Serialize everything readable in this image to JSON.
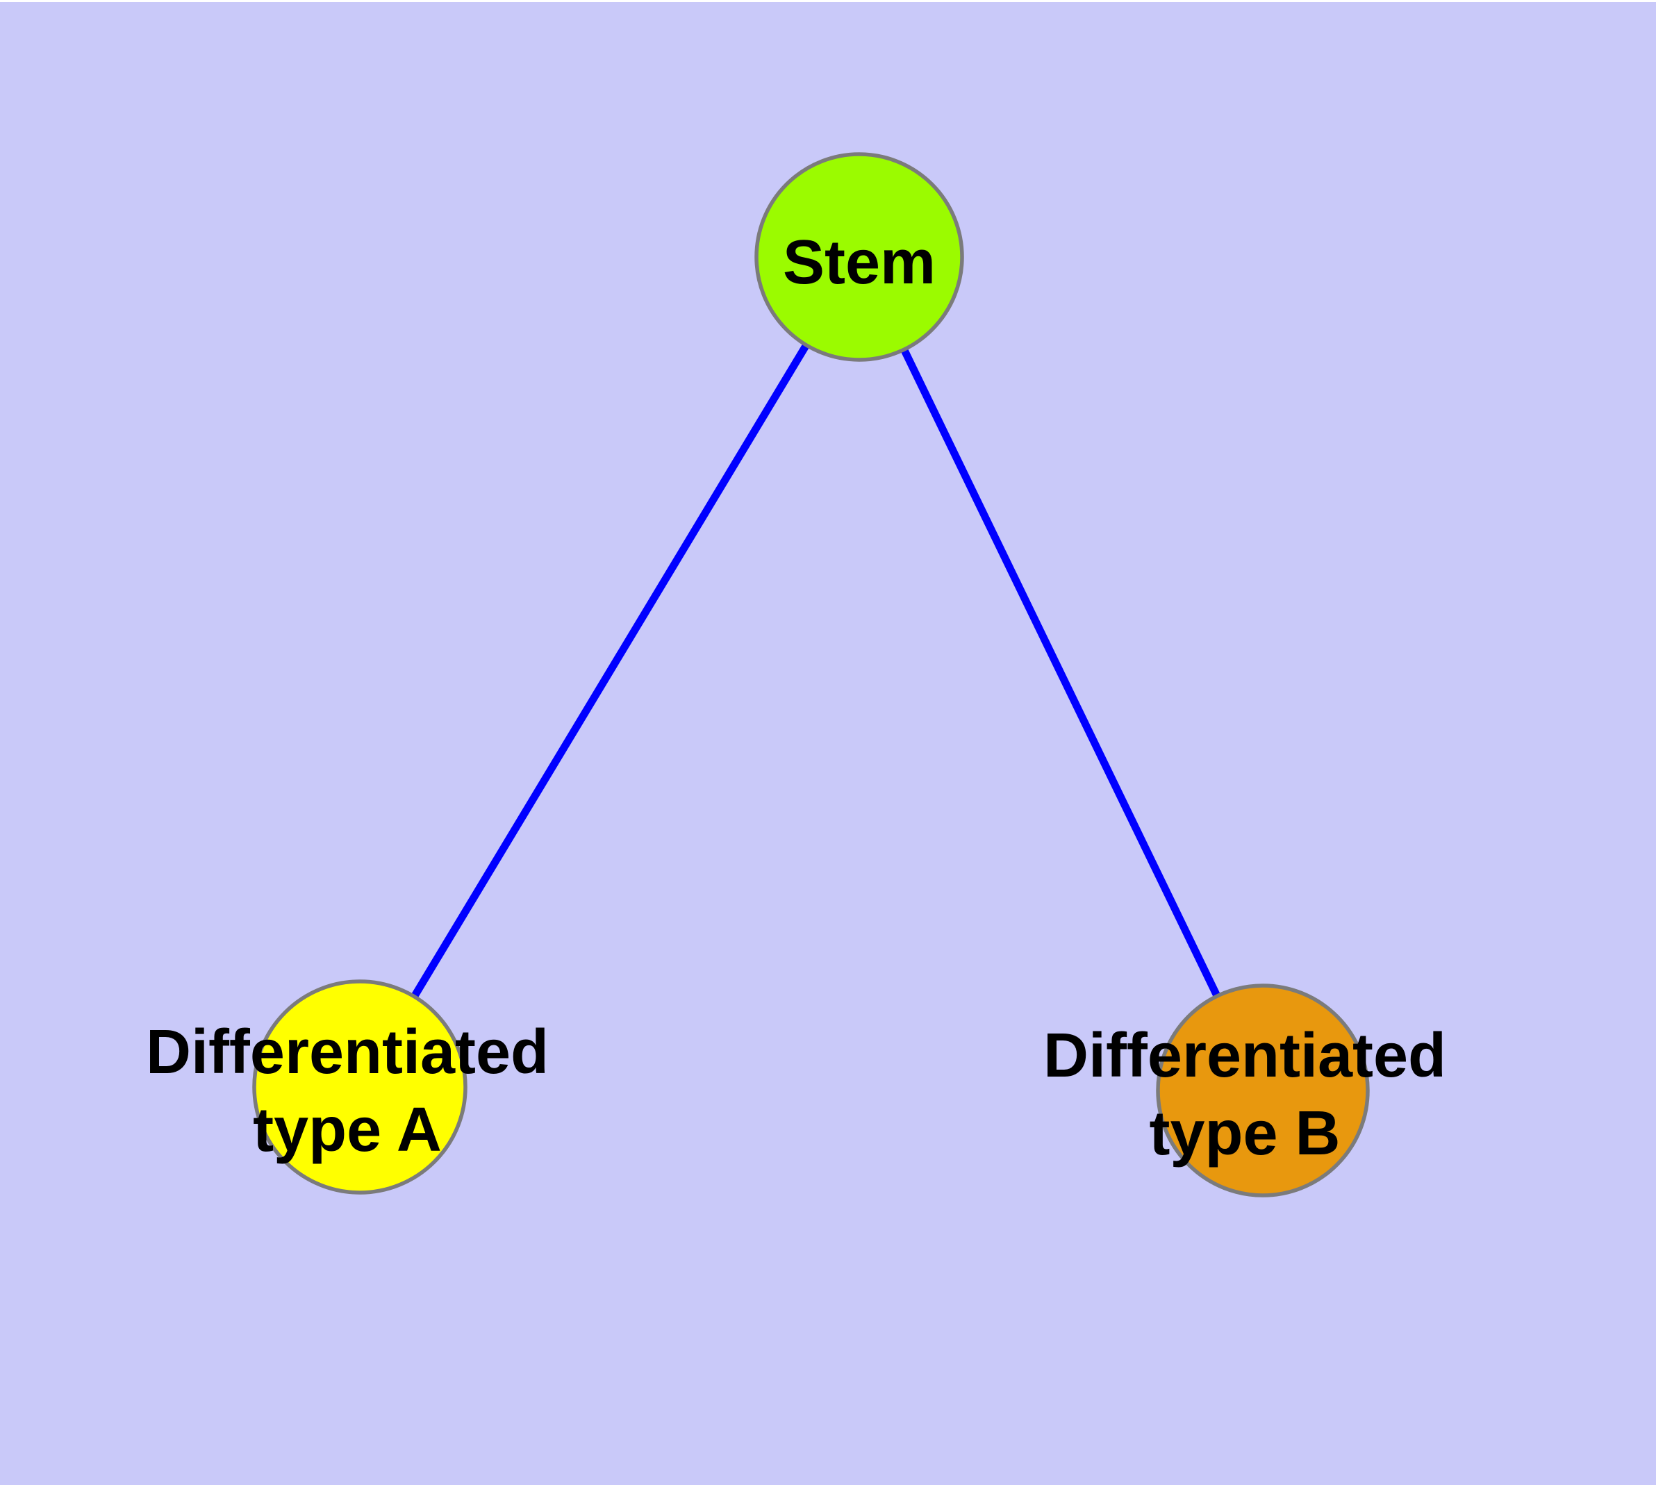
{
  "figure": {
    "kind": "node-link-graph",
    "description": "Stem cell differentiation hierarchy: one stem node connected to two differentiated cell type nodes"
  },
  "colors": {
    "background": "#C9C9F9",
    "top_margin": "#FFFFFF",
    "edge": "#0000FF",
    "node_border": "#7B7B7B",
    "label_text": "#000000"
  },
  "nodes": [
    {
      "id": "stem",
      "label": "Stem",
      "lines": [
        "Stem"
      ],
      "fill": "#9BFB00"
    },
    {
      "id": "type-a",
      "label": "Differentiated type A",
      "lines": [
        "Differentiated",
        "type A"
      ],
      "fill": "#FFFF00"
    },
    {
      "id": "type-b",
      "label": "Differentiated type B",
      "lines": [
        "Differentiated",
        "type B"
      ],
      "fill": "#E8980E"
    }
  ],
  "edges": [
    {
      "from": "Stem",
      "to": "Differentiated type A",
      "color": "#0000FF"
    },
    {
      "from": "Stem",
      "to": "Differentiated type B",
      "color": "#0000FF"
    }
  ]
}
